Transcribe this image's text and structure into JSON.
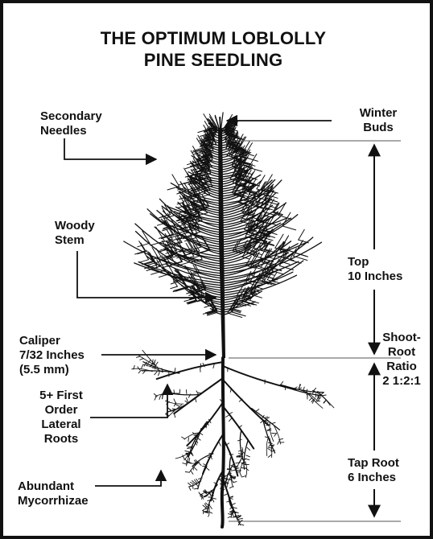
{
  "title": {
    "line1": "THE OPTIMUM LOBLOLLY",
    "line2": "PINE SEEDLING"
  },
  "labels": {
    "secondary_needles": [
      "Secondary",
      "Needles"
    ],
    "winter_buds": [
      "Winter",
      "Buds"
    ],
    "woody_stem": [
      "Woody",
      "Stem"
    ],
    "top": [
      "Top",
      "10 Inches"
    ],
    "caliper": [
      "Caliper",
      "7/32 Inches",
      "(5.5 mm)"
    ],
    "shoot_root_ratio": [
      "Shoot-",
      "Root",
      "Ratio",
      "2 1:2:1"
    ],
    "lateral_roots": [
      "5+ First",
      "Order",
      "Lateral",
      "Roots"
    ],
    "tap_root": [
      "Tap Root",
      "6 Inches"
    ],
    "mycorrhizae": [
      "Abundant",
      "Mycorrhizae"
    ]
  },
  "colors": {
    "ink": "#111111",
    "guide_line": "#555555",
    "background": "#ffffff"
  }
}
